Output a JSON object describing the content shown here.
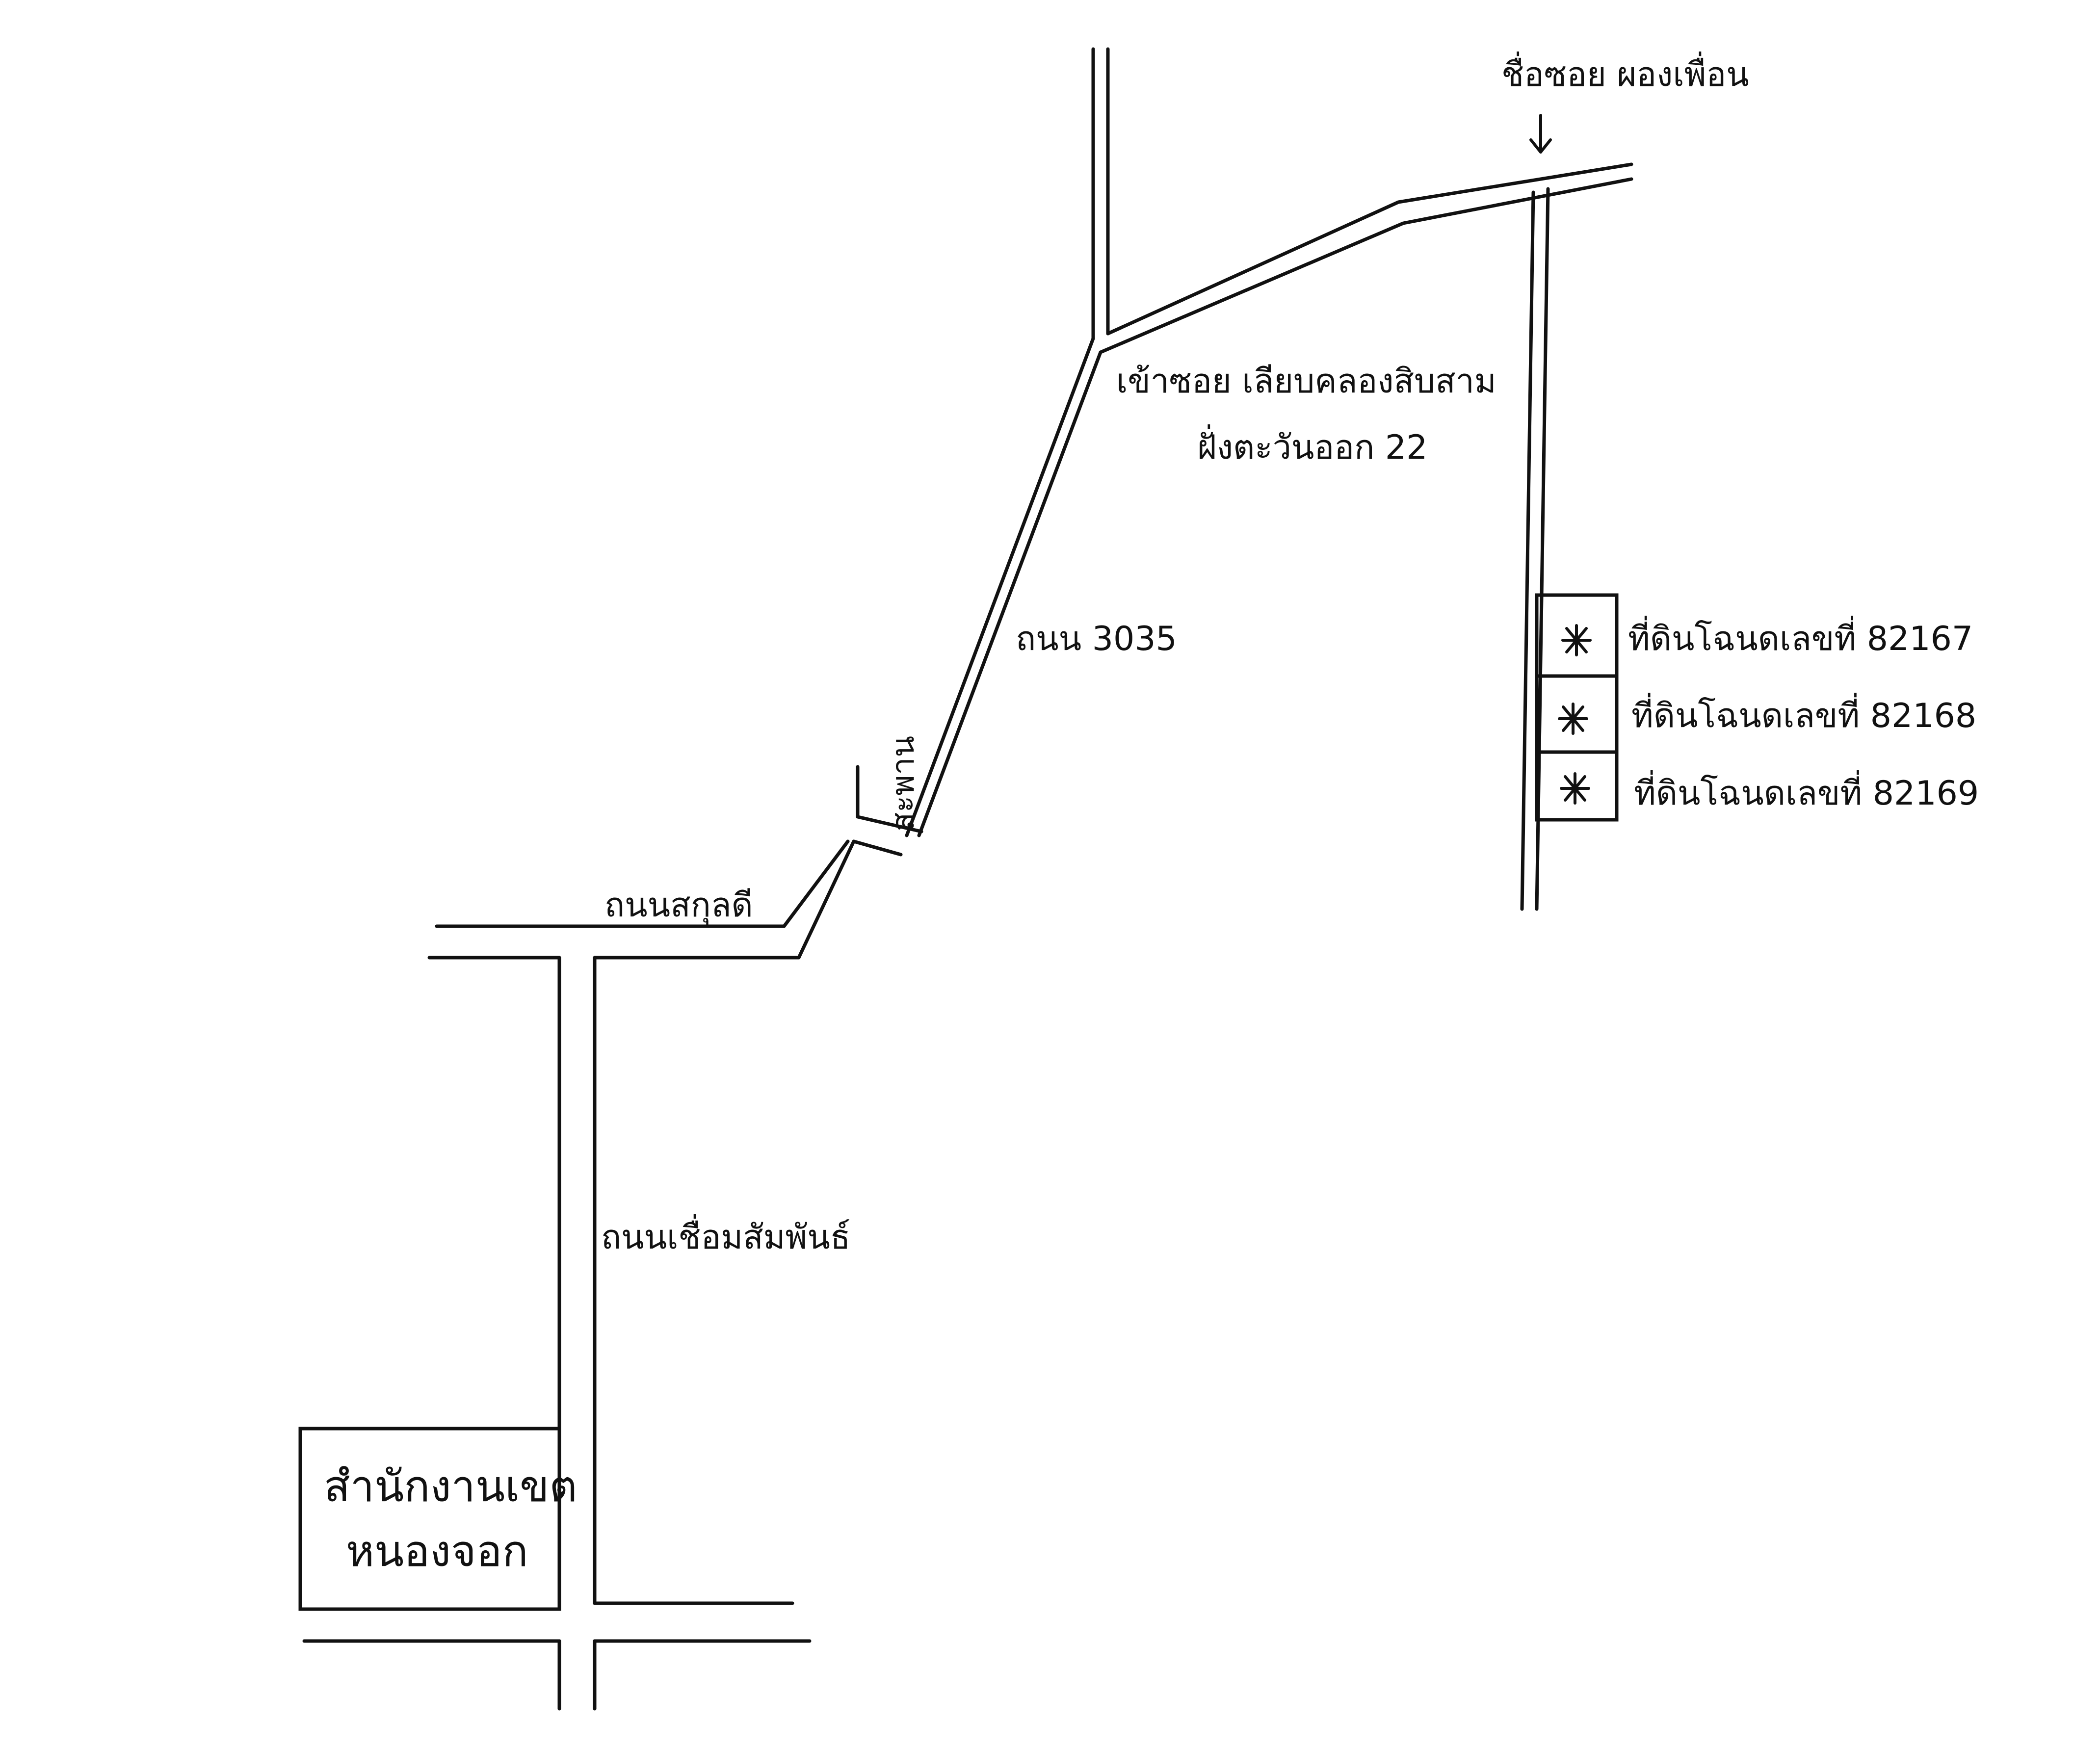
{
  "map": {
    "labels": {
      "soi_name": "ชื่อซอย ผองเพื่อน",
      "soi_entrance_line1": "เข้าซอย เลียบคลองสิบสาม",
      "soi_entrance_line2": "ฝั่งตะวันออก 22",
      "road_3035": "ถนน 3035",
      "bridge": "สะพาน",
      "road_sakunadee": "ถนนสกุลดี",
      "road_chuemsamphan": "ถนนเชื่อมสัมพันธ์",
      "office_line1": "สำนักงานเขต",
      "office_line2": "หนองจอก"
    },
    "plots": [
      {
        "label": "ที่ดินโฉนดเลขที่ 82167",
        "marker": "*"
      },
      {
        "label": "ที่ดินโฉนดเลขที่ 82168",
        "marker": "*"
      },
      {
        "label": "ที่ดินโฉนดเลขที่ 82169",
        "marker": "*"
      }
    ],
    "icons": {
      "plot_marker": "asterisk-icon",
      "direction": "arrow-down-icon"
    },
    "colors": {
      "ink": "#111111",
      "paper": "#ffffff"
    }
  }
}
